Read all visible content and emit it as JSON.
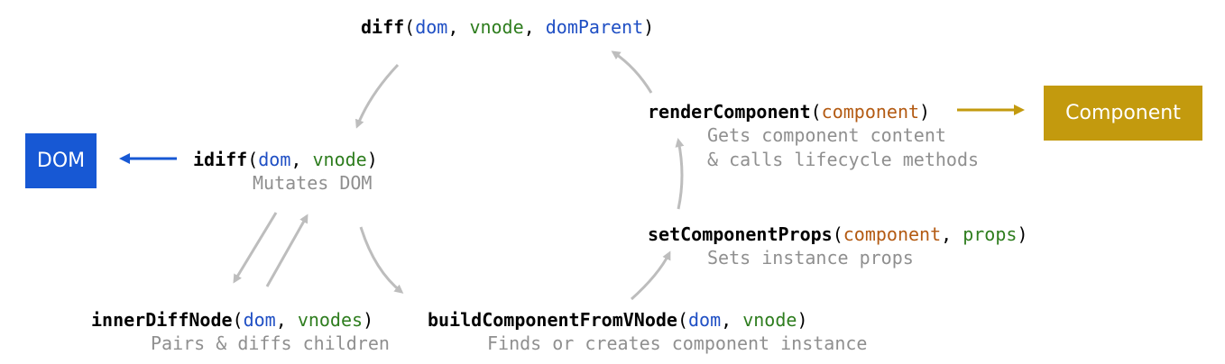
{
  "colors": {
    "dom_arg": "#1f4fc4",
    "vnode_arg": "#2e7d1e",
    "component_arg": "#b35a12",
    "props_arg": "#2e7d1e",
    "dom_box": "#1758d4",
    "component_box": "#c39a0e",
    "arrow_gray": "#bdbdbd",
    "arrow_blue": "#1758d4",
    "arrow_gold": "#c39a0e",
    "description": "#8f8f8f"
  },
  "nodes": {
    "diff": {
      "name": "diff",
      "args": [
        "dom",
        "vnode",
        "domParent"
      ]
    },
    "idiff": {
      "name": "idiff",
      "args": [
        "dom",
        "vnode"
      ],
      "desc": [
        "Mutates DOM"
      ]
    },
    "innerDiffNode": {
      "name": "innerDiffNode",
      "args": [
        "dom",
        "vnodes"
      ],
      "desc": [
        "Pairs & diffs children"
      ]
    },
    "buildComponentFromVNode": {
      "name": "buildComponentFromVNode",
      "args": [
        "dom",
        "vnode"
      ],
      "desc": [
        "Finds or creates component instance"
      ]
    },
    "setComponentProps": {
      "name": "setComponentProps",
      "args": [
        "component",
        "props"
      ],
      "desc": [
        "Sets instance props"
      ]
    },
    "renderComponent": {
      "name": "renderComponent",
      "args": [
        "component"
      ],
      "desc": [
        "Gets component content",
        "& calls lifecycle methods"
      ]
    }
  },
  "boxes": {
    "dom": "DOM",
    "component": "Component"
  },
  "punct": {
    "open": "(",
    "close": ")",
    "sep": ", "
  }
}
